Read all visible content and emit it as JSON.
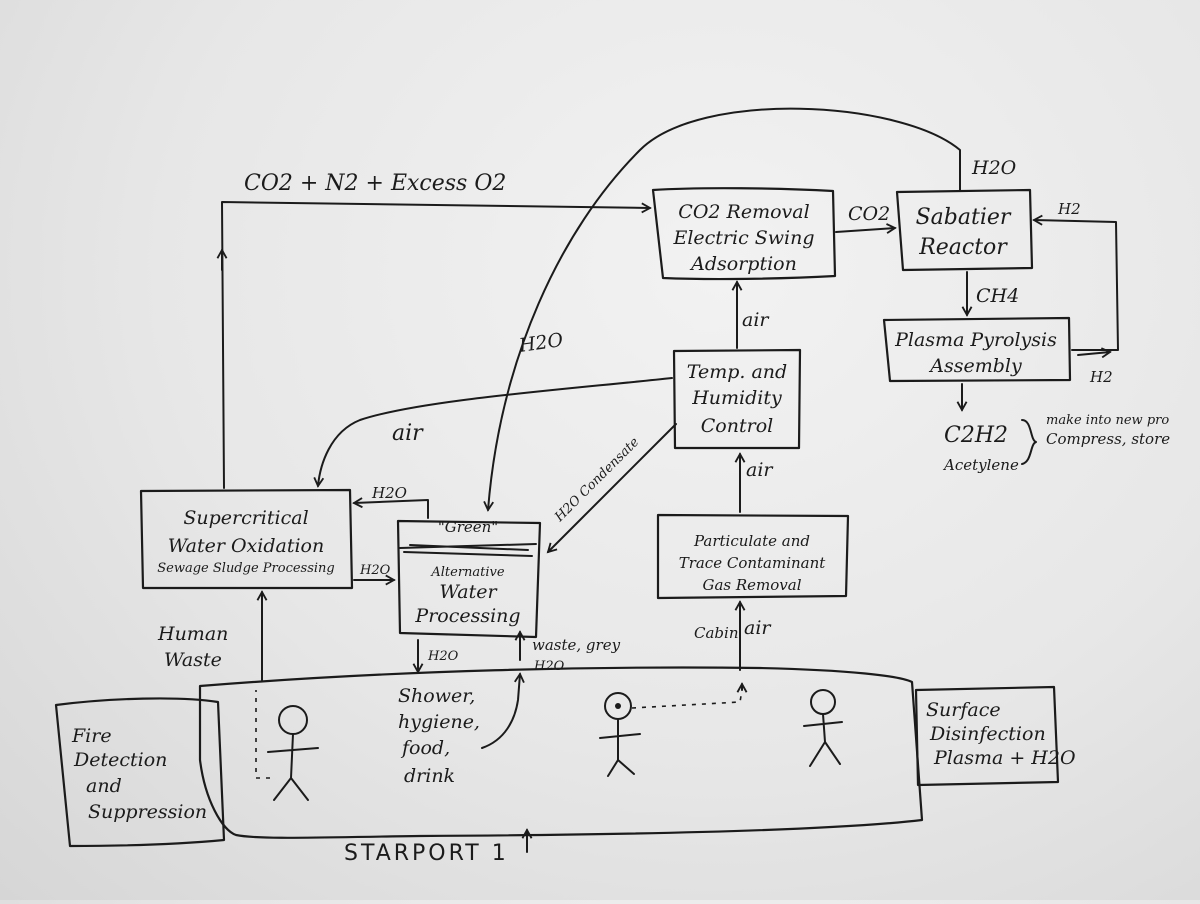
{
  "diagram": {
    "nodes": {
      "co2_removal": {
        "line1": "CO2 Removal",
        "line2": "Electric Swing",
        "line3": "Adsorption"
      },
      "sabatier": {
        "line1": "Sabatier",
        "line2": "Reactor"
      },
      "plasma": {
        "line1": "Plasma Pyrolysis",
        "line2": "Assembly"
      },
      "temp": {
        "line1": "Temp. and",
        "line2": "Humidity",
        "line3": "Control"
      },
      "scwo": {
        "line1": "Supercritical",
        "line2": "Water Oxidation",
        "line3": "Sewage Sludge Processing"
      },
      "water": {
        "line1": "\"Green\"",
        "line2": "Alternative",
        "line3": "Water",
        "line4": "Processing"
      },
      "particulate": {
        "line1": "Particulate and",
        "line2": "Trace Contaminant",
        "line3": "Gas Removal"
      },
      "fire": {
        "line1": "Fire",
        "line2": "Detection",
        "line3": "and",
        "line4": "Suppression"
      },
      "surface": {
        "line1": "Surface",
        "line2": "Disinfection",
        "line3": "Plasma + H2O"
      }
    },
    "labels": {
      "top_flow": "CO2 + N2 + Excess O2",
      "co2": "CO2",
      "h2o_top": "H2O",
      "h2_right": "H2",
      "ch4": "CH4",
      "h2_bottom": "H2",
      "acetylene_formula": "C2H2",
      "acetylene_name": "Acetylene",
      "note1": "make into new pro",
      "note2": "Compress, store",
      "air_up": "air",
      "h2o_long": "H2O",
      "air_left": "air",
      "h2o_condensate": "H2O Condensate",
      "h2o_small": "H2O",
      "h2o_arrow": "H2O",
      "air_mid": "air",
      "cabin": "Cabin",
      "air_bottom": "air",
      "human_waste1": "Human",
      "human_waste2": "Waste",
      "h2o_down": "H2O",
      "waste_grey1": "waste, grey",
      "waste_grey2": "H2O",
      "uses1": "Shower,",
      "uses2": "hygiene,",
      "uses3": "food,",
      "uses4": "drink",
      "starport": "STARPORT 1"
    }
  }
}
